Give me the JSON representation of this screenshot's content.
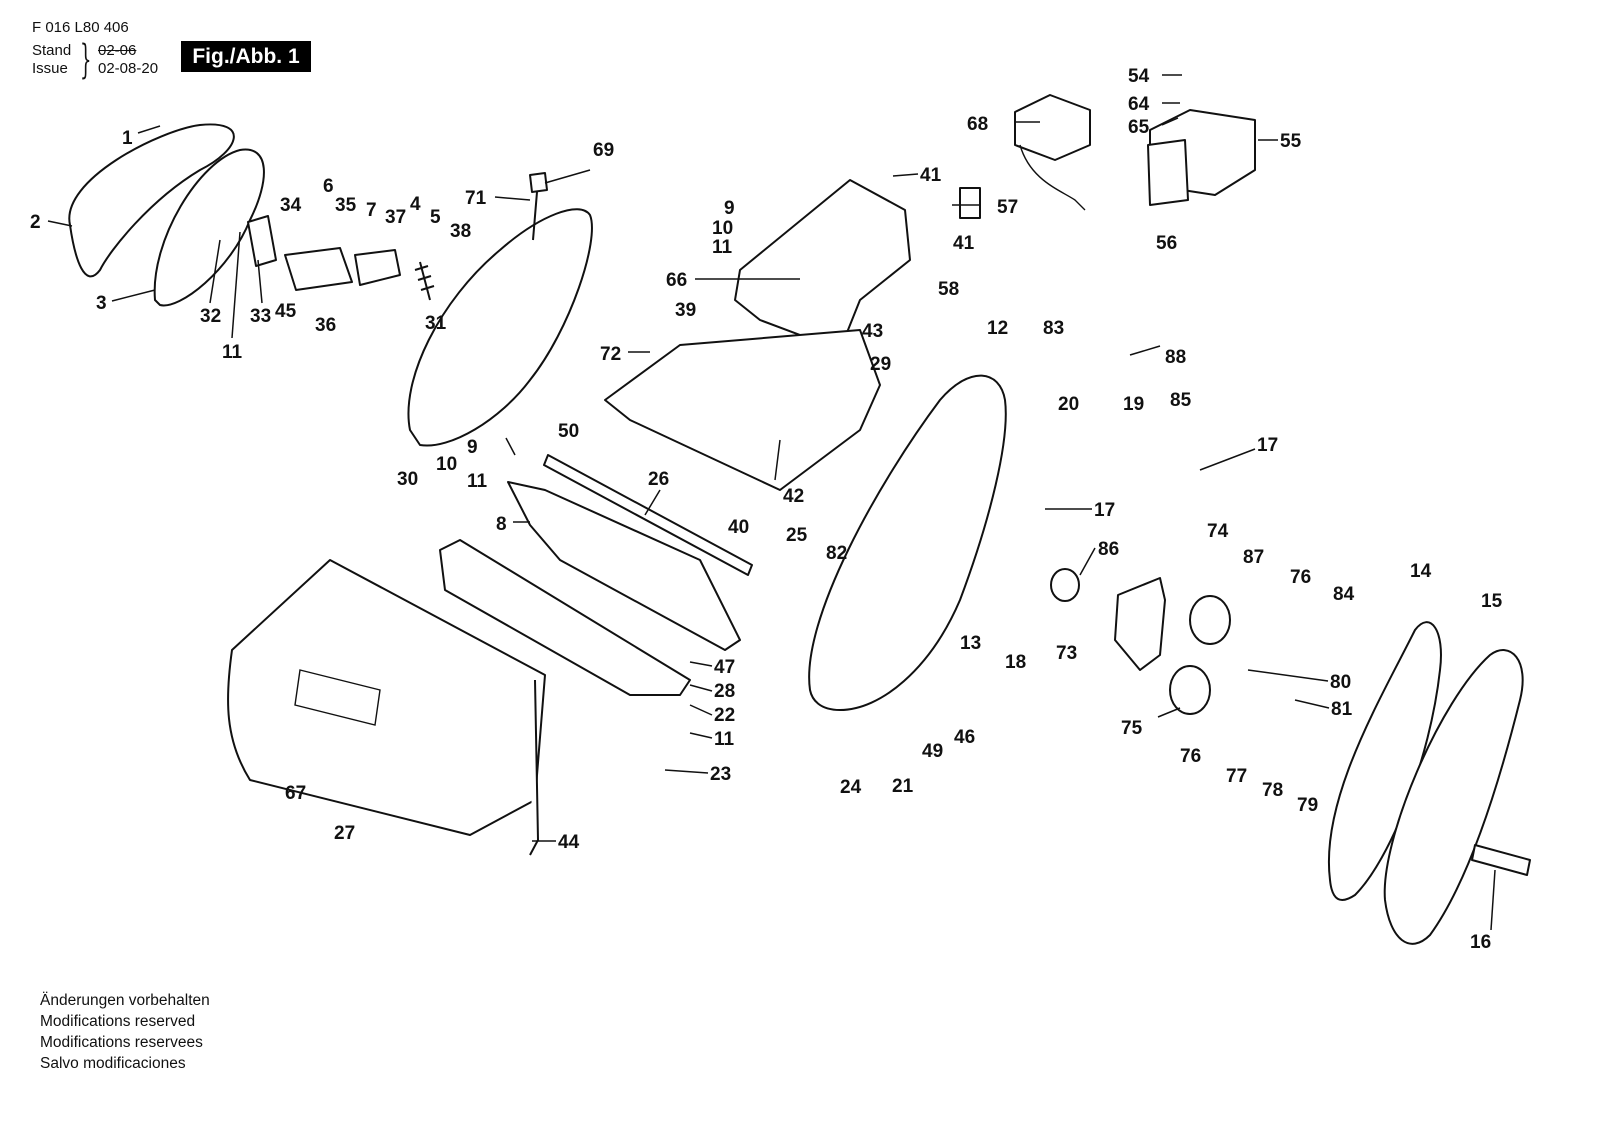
{
  "header": {
    "doc_number": "F 016 L80 406",
    "stand_label": "Stand",
    "stand_value": "02-06",
    "issue_label": "Issue",
    "issue_value": "02-08-20",
    "figure_label": "Fig./Abb. 1"
  },
  "notes": [
    "Änderungen vorbehalten",
    "Modifications reserved",
    "Modifications reservees",
    "Salvo modificaciones"
  ],
  "callouts": [
    "1",
    "2",
    "3",
    "32",
    "11",
    "33",
    "34",
    "6",
    "35",
    "7",
    "37",
    "4",
    "5",
    "38",
    "45",
    "36",
    "31",
    "71",
    "69",
    "30",
    "9",
    "10",
    "11",
    "41",
    "41",
    "57",
    "68",
    "54",
    "64",
    "65",
    "55",
    "56",
    "58",
    "66",
    "43",
    "39",
    "72",
    "29",
    "12",
    "83",
    "88",
    "20",
    "19",
    "85",
    "17",
    "17",
    "50",
    "9",
    "10",
    "11",
    "26",
    "8",
    "42",
    "40",
    "25",
    "82",
    "86",
    "74",
    "87",
    "76",
    "84",
    "14",
    "15",
    "13",
    "18",
    "73",
    "47",
    "28",
    "22",
    "11",
    "23",
    "80",
    "81",
    "75",
    "76",
    "77",
    "78",
    "79",
    "49",
    "46",
    "24",
    "21",
    "67",
    "27",
    "44",
    "16"
  ]
}
